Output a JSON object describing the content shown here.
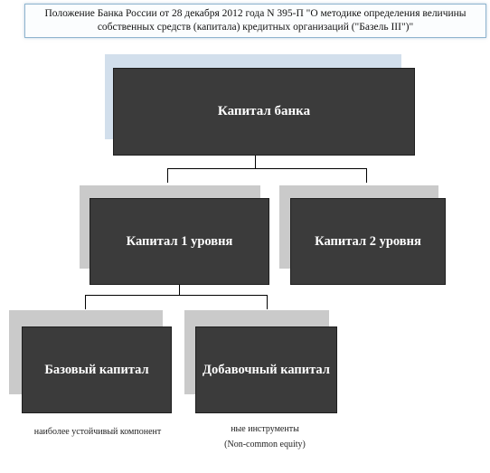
{
  "header": {
    "text": "Положение Банка России от 28 декабря 2012 года N 395-П \"О методике определения величины собственных средств (капитала) кредитных организаций (\"Базель III\")\""
  },
  "nodes": {
    "root": "Капитал банка",
    "tier1": "Капитал  1 уровня",
    "tier2": "Капитал  2 уровня",
    "base": "Базовый капитал",
    "additional": "Добавочный капитал"
  },
  "captions": {
    "base": "наиболее устойчивый компонент",
    "additional_line1": "ные инструменты",
    "additional_line2": "(Non-common equity)"
  },
  "colors": {
    "box_fill": "#3b3b3b",
    "header_border": "#8fb4cf"
  }
}
